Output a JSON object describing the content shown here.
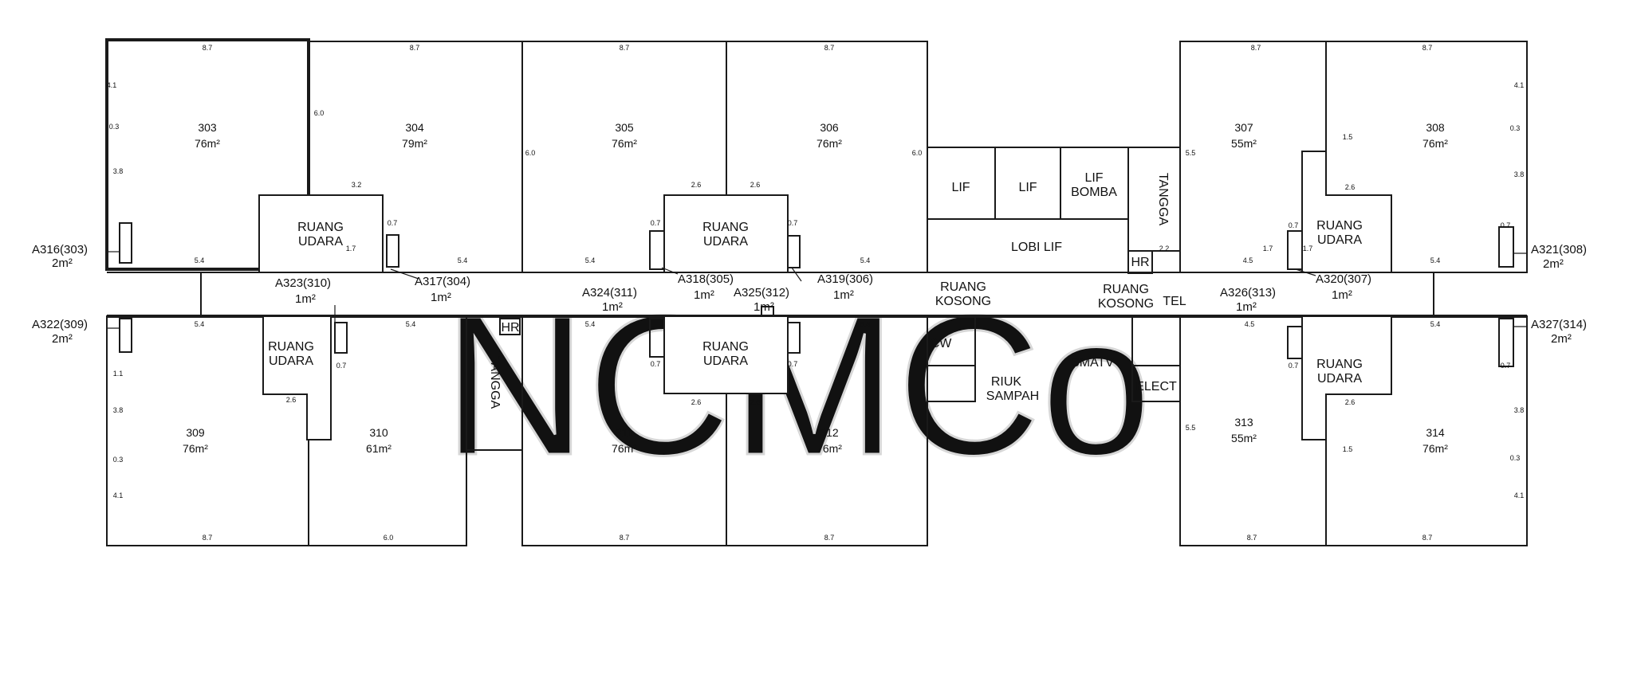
{
  "watermark": "NCMCo",
  "units": [
    {
      "id": "u303",
      "number": "303",
      "area": "76m²"
    },
    {
      "id": "u304",
      "number": "304",
      "area": "79m²"
    },
    {
      "id": "u305",
      "number": "305",
      "area": "76m²"
    },
    {
      "id": "u306",
      "number": "306",
      "area": "76m²"
    },
    {
      "id": "u307",
      "number": "307",
      "area": "55m²"
    },
    {
      "id": "u308",
      "number": "308",
      "area": "76m²"
    },
    {
      "id": "u309",
      "number": "309",
      "area": "76m²"
    },
    {
      "id": "u310",
      "number": "310",
      "area": "61m²"
    },
    {
      "id": "u311",
      "number": "311",
      "area": "76m²"
    },
    {
      "id": "u312",
      "number": "312",
      "area": "76m²"
    },
    {
      "id": "u313",
      "number": "313",
      "area": "55m²"
    },
    {
      "id": "u314",
      "number": "314",
      "area": "76m²"
    }
  ],
  "ruang_udara": {
    "line1": "RUANG",
    "line2": "UDARA"
  },
  "accessory_lots": [
    {
      "id": "a316",
      "code": "A316(303)",
      "area": "2m²"
    },
    {
      "id": "a317",
      "code": "A317(304)",
      "area": "1m²"
    },
    {
      "id": "a318",
      "code": "A318(305)",
      "area": "1m²"
    },
    {
      "id": "a319",
      "code": "A319(306)",
      "area": "1m²"
    },
    {
      "id": "a320",
      "code": "A320(307)",
      "area": "1m²"
    },
    {
      "id": "a321",
      "code": "A321(308)",
      "area": "2m²"
    },
    {
      "id": "a322",
      "code": "A322(309)",
      "area": "2m²"
    },
    {
      "id": "a323",
      "code": "A323(310)",
      "area": "1m²"
    },
    {
      "id": "a324",
      "code": "A324(311)",
      "area": "1m²"
    },
    {
      "id": "a325",
      "code": "A325(312)",
      "area": "1m²"
    },
    {
      "id": "a326",
      "code": "A326(313)",
      "area": "1m²"
    },
    {
      "id": "a327",
      "code": "A327(314)",
      "area": "2m²"
    }
  ],
  "core": {
    "lif_1": "LIF",
    "lif_2": "LIF",
    "lif_bomba_1": "LIF",
    "lif_bomba_2": "BOMBA",
    "tangga": "TANGGA",
    "lobi_lif": "LOBI LIF",
    "hr": "HR",
    "ruang_kosong_1": "RUANG",
    "ruang_kosong_2": "KOSONG",
    "tel": "TEL",
    "smatv": "SMATV",
    "elect": "ELECT",
    "cw": "CW",
    "riuk_sampah_1": "RIUK",
    "riuk_sampah_2": "SAMPAH"
  },
  "dims": {
    "a": "8.7",
    "b": "5.4",
    "c": "3.2",
    "d": "2.6",
    "e": "1.7",
    "f": "0.7",
    "g": "4.5",
    "h": "5.5",
    "i": "6.0",
    "j": "3.8",
    "k": "1.1",
    "l": "2.2",
    "m": "4.1",
    "n": "0.3",
    "o": "1.5"
  }
}
